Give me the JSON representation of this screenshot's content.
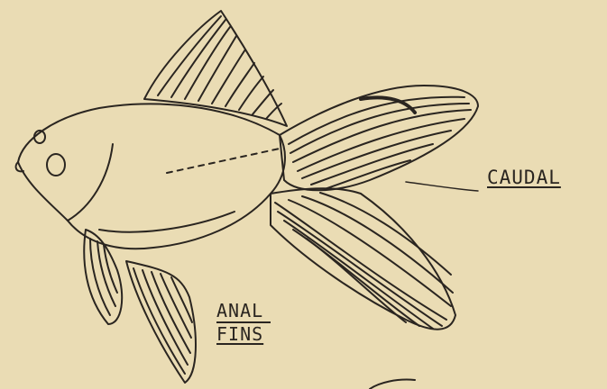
{
  "labels": {
    "caudal": "CAUDAL",
    "anal_line1": "ANAL",
    "anal_line2": "FINS"
  },
  "colors": {
    "paper": "#eadcb4",
    "ink": "#2a2520"
  }
}
